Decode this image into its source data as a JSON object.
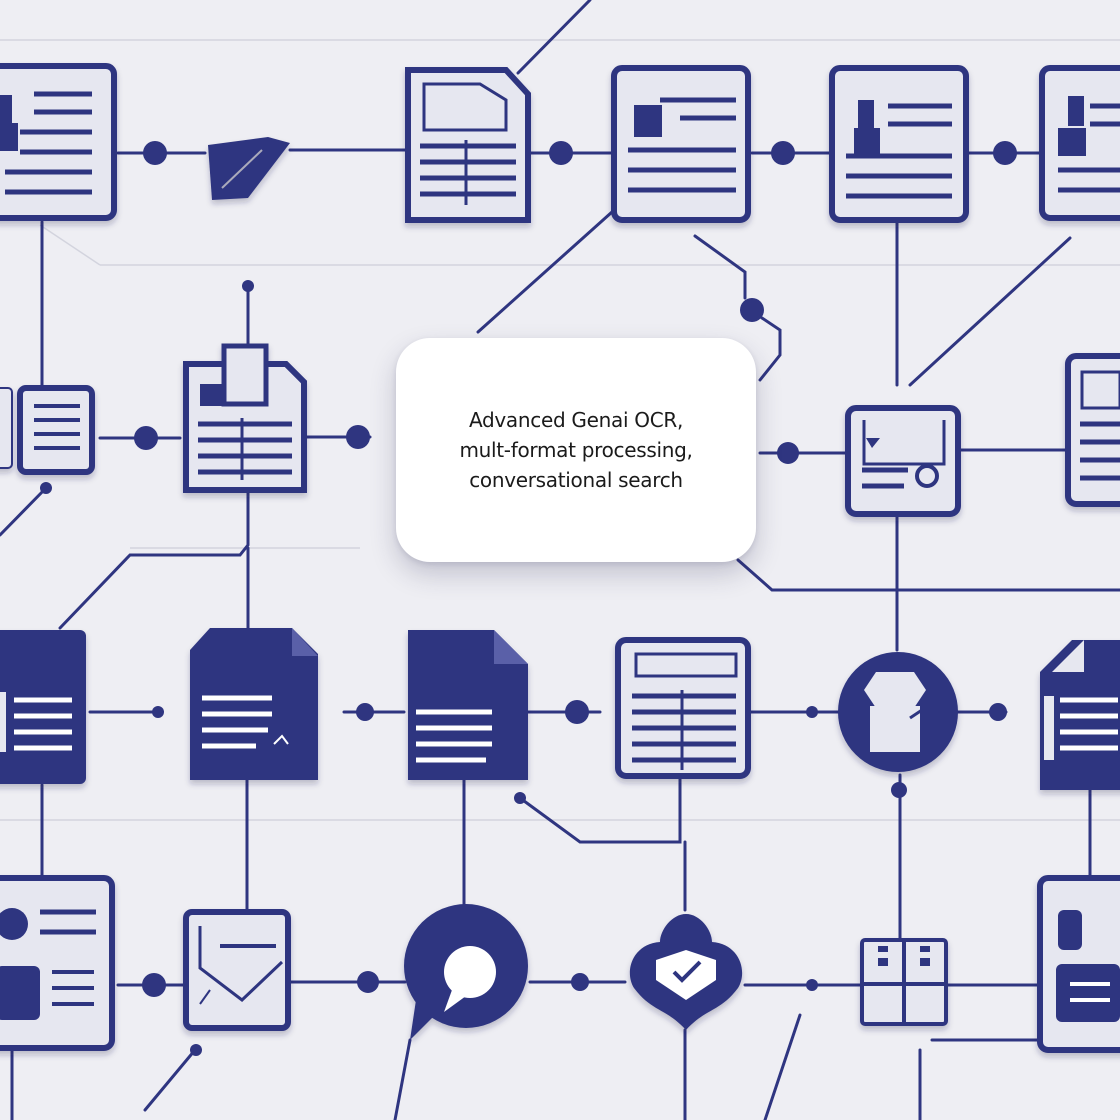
{
  "callout": {
    "lines": [
      "Advanced Genai OCR,",
      "mult-format processing,",
      "conversational search"
    ]
  },
  "colors": {
    "background": "#eeeef3",
    "primary": "#2f3580",
    "card_face": "#e6e7f0",
    "line_thin": "#c9cad6"
  },
  "icons": [
    "document-icon",
    "folder-icon",
    "chat-bubble-icon",
    "verified-badge-icon",
    "cabinet-icon",
    "envelope-icon",
    "image-document-icon"
  ]
}
